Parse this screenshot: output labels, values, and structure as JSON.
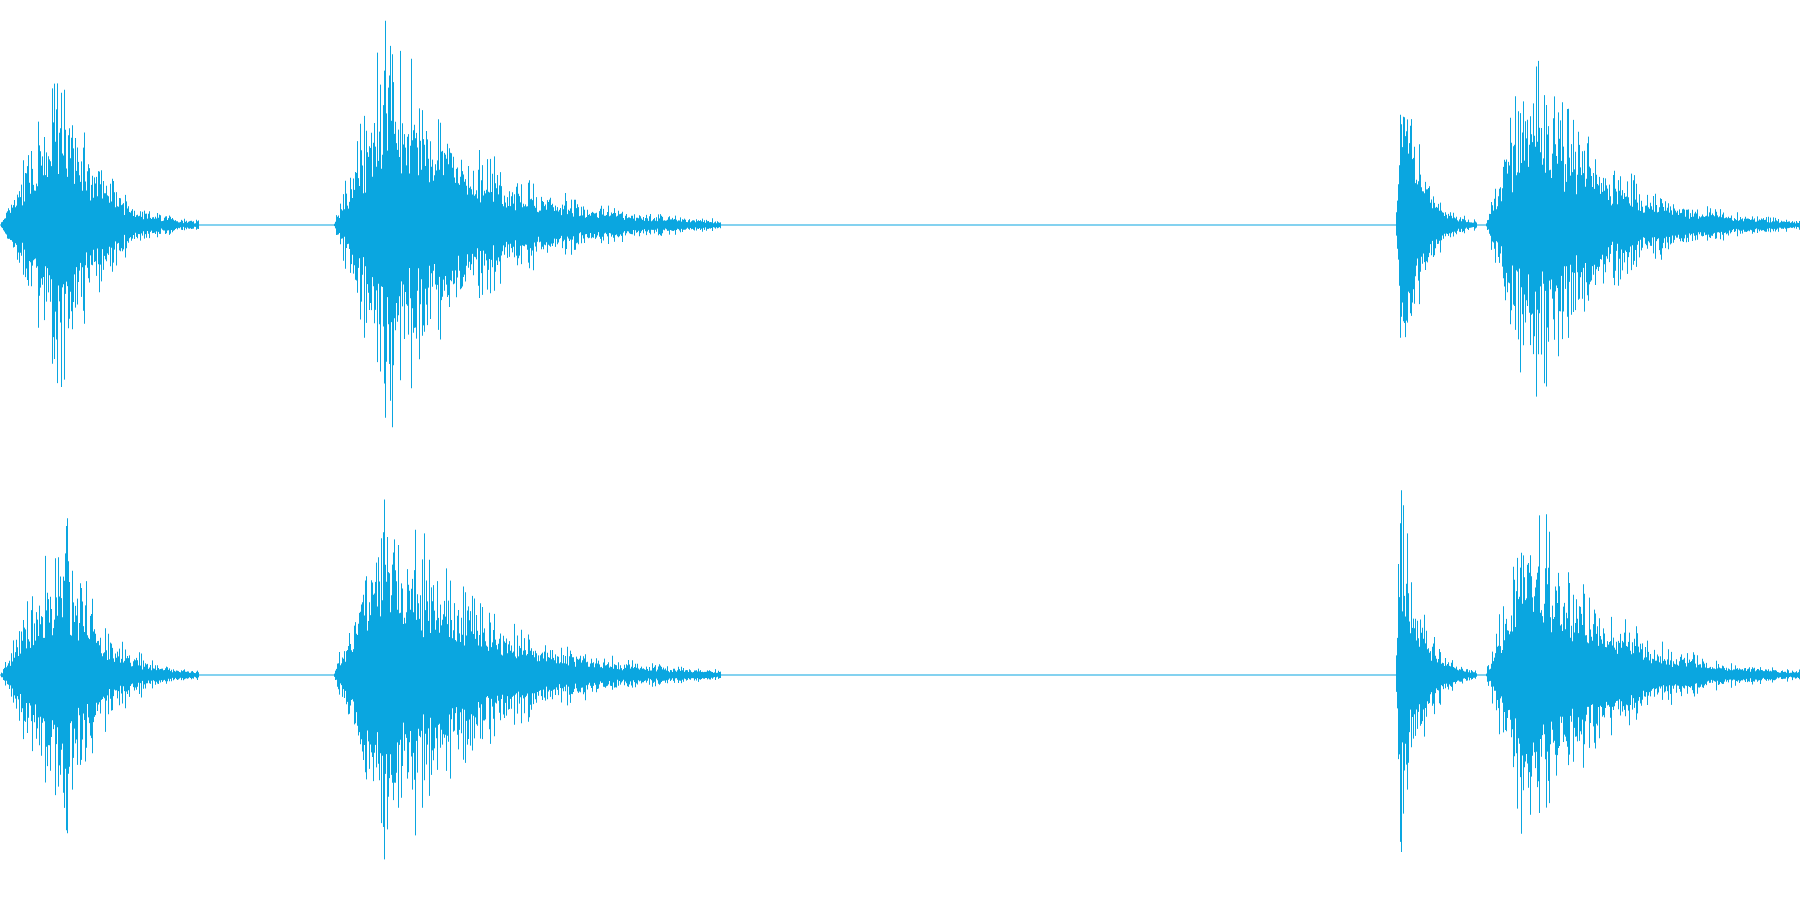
{
  "waveform": {
    "color": "#0aa6e0",
    "channels": [
      "left",
      "right"
    ],
    "events": [
      {
        "start": 0.0,
        "peak": 0.035,
        "end": 0.11,
        "amplitude": 0.8
      },
      {
        "start": 0.185,
        "peak": 0.215,
        "end": 0.4,
        "amplitude": 0.98
      },
      {
        "start": 0.775,
        "peak": 0.778,
        "end": 0.82,
        "amplitude": 0.92
      },
      {
        "start": 0.825,
        "peak": 0.85,
        "end": 1.0,
        "amplitude": 0.9
      }
    ]
  }
}
